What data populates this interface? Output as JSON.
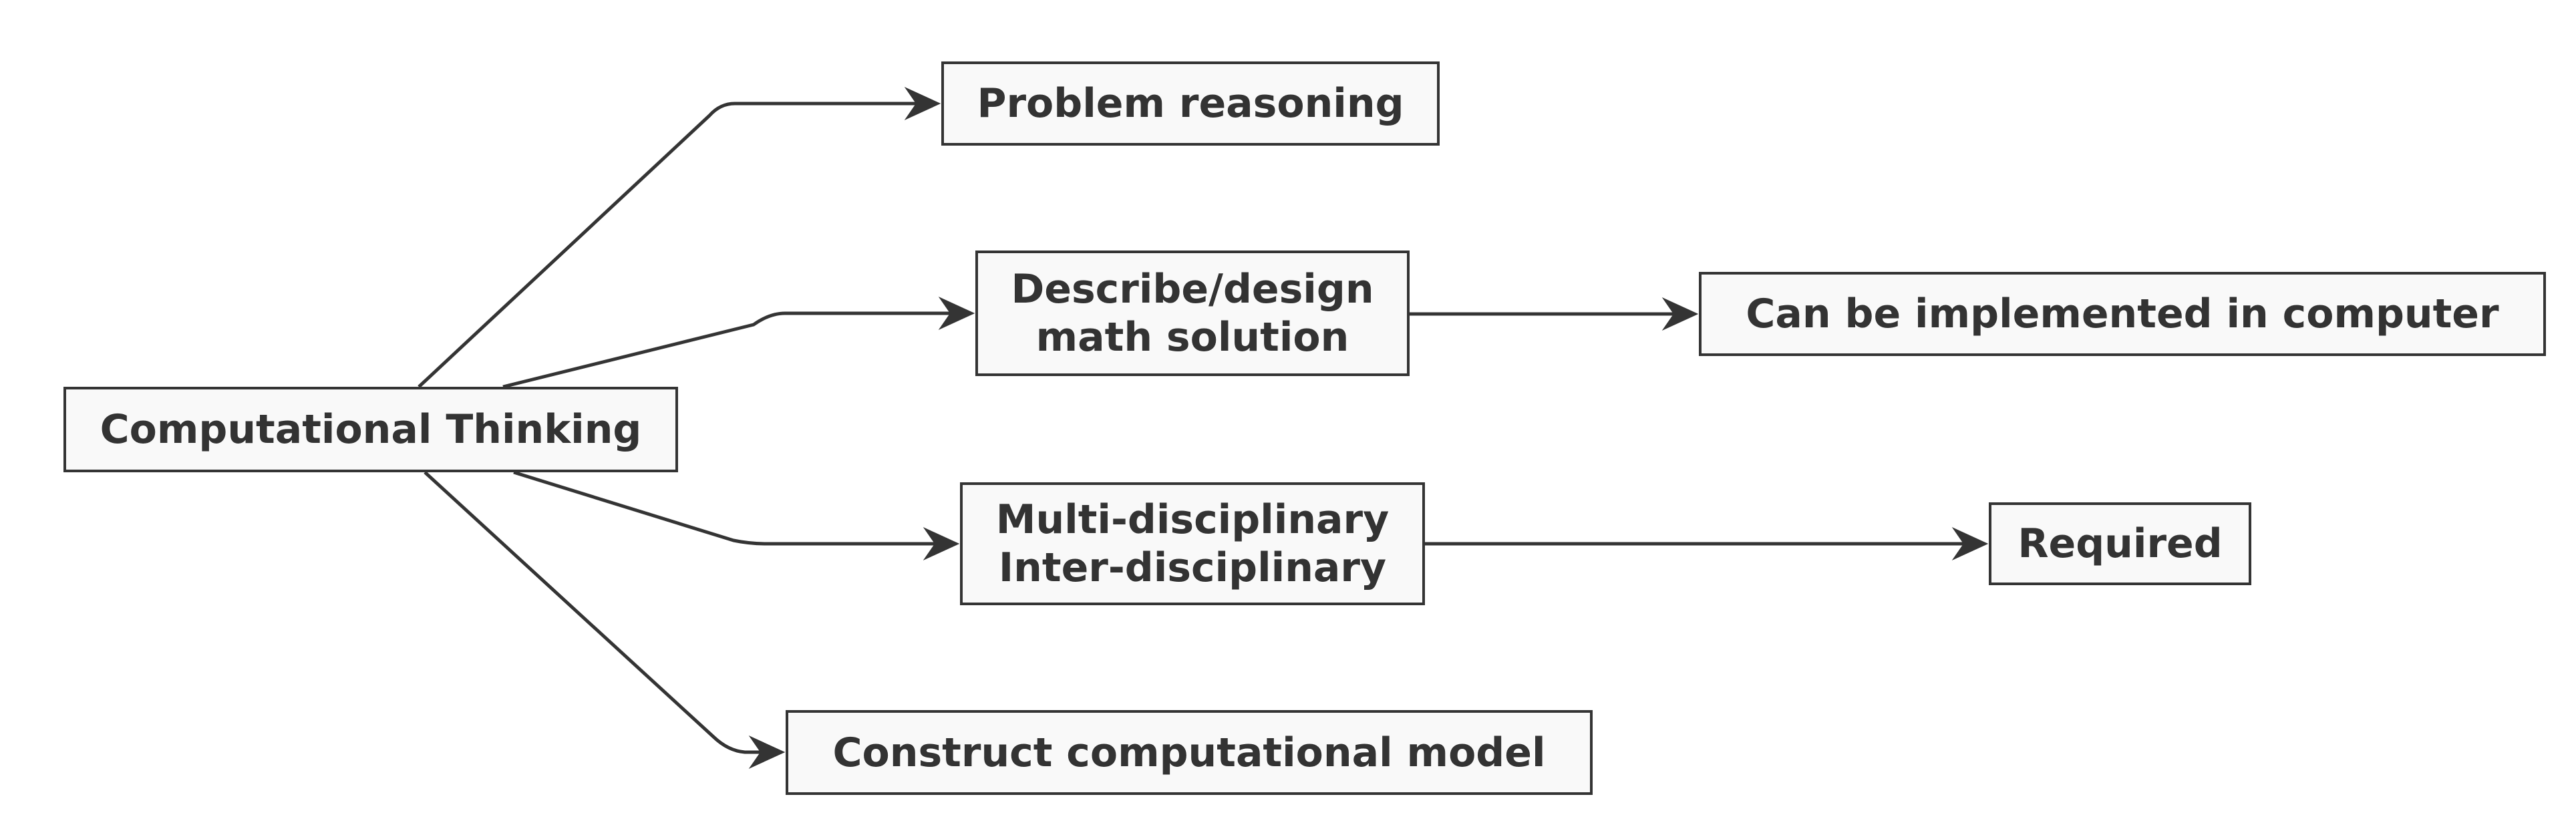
{
  "diagram": {
    "type": "flowchart",
    "direction": "left-to-right",
    "colors": {
      "background": "#ffffff",
      "node_fill": "#f9f9f9",
      "node_border": "#343434",
      "edge_line": "#343434",
      "text": "#333333"
    },
    "nodes": {
      "root": {
        "label": "Computational Thinking"
      },
      "problem_reasoning": {
        "label": "Problem reasoning"
      },
      "describe_design": {
        "line1": "Describe/design",
        "line2": "math solution"
      },
      "can_be_implemented": {
        "label": "Can be implemented in computer"
      },
      "multi_disciplinary": {
        "line1": "Multi-disciplinary",
        "line2": "Inter-disciplinary"
      },
      "required": {
        "label": "Required"
      },
      "construct_model": {
        "label": "Construct computational model"
      }
    },
    "edges": [
      {
        "from": "Computational Thinking",
        "to": "Problem reasoning"
      },
      {
        "from": "Computational Thinking",
        "to": "Describe/design math solution"
      },
      {
        "from": "Computational Thinking",
        "to": "Multi-disciplinary Inter-disciplinary"
      },
      {
        "from": "Computational Thinking",
        "to": "Construct computational model"
      },
      {
        "from": "Describe/design math solution",
        "to": "Can be implemented in computer"
      },
      {
        "from": "Multi-disciplinary Inter-disciplinary",
        "to": "Required"
      }
    ]
  }
}
